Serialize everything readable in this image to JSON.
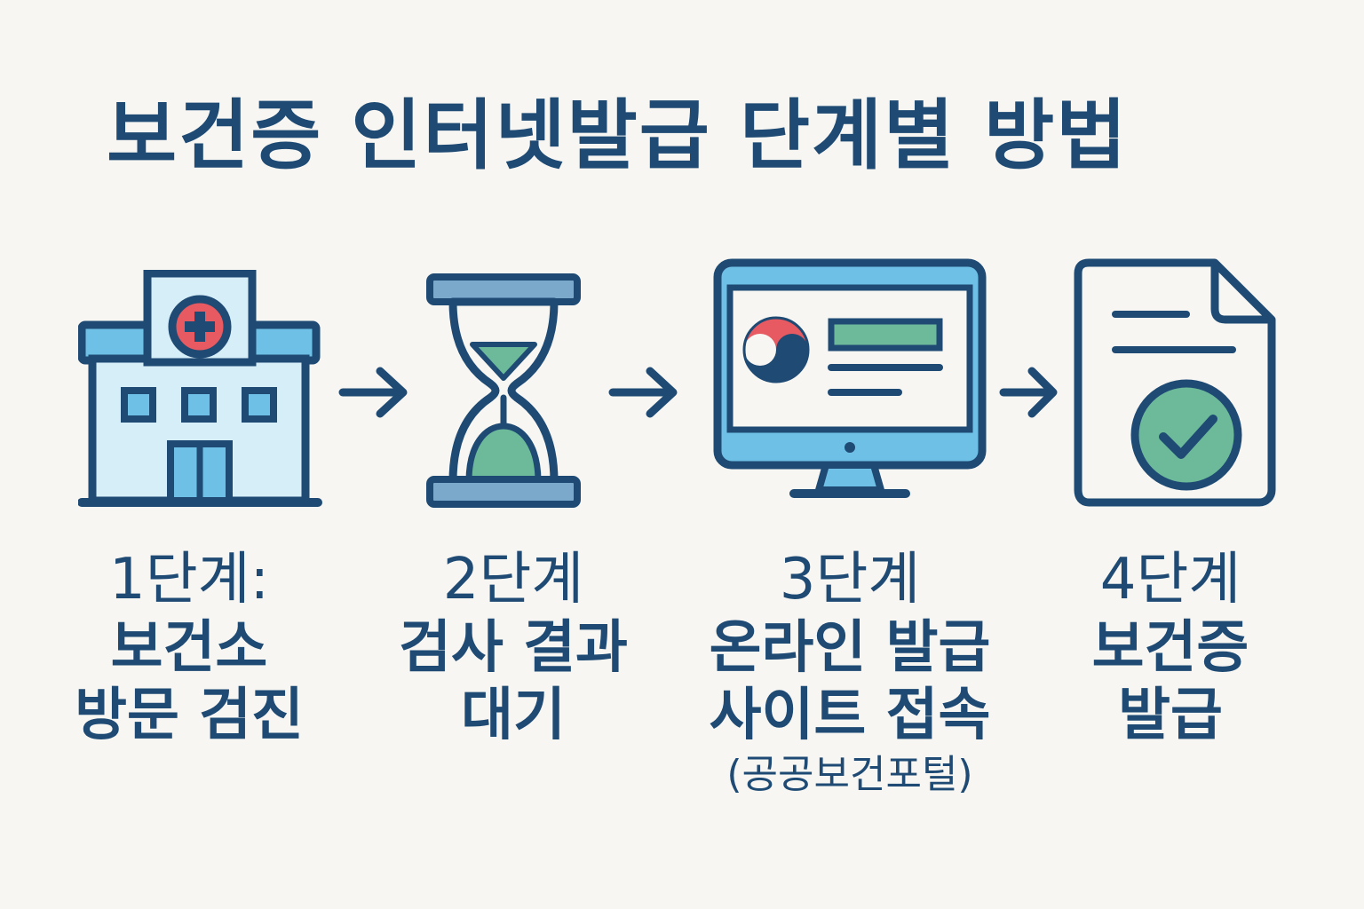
{
  "title": "보건증 인터넷발급 단계별 방법",
  "steps": [
    {
      "number": "1단계:",
      "line1": "보건소",
      "line2": "방문 검진",
      "icon": "hospital-icon"
    },
    {
      "number": "2단계",
      "line1": "검사 결과",
      "line2": "대기",
      "icon": "hourglass-icon"
    },
    {
      "number": "3단계",
      "line1": "온라인 발급",
      "line2": "사이트 접속",
      "sub": "(공공보건포털)",
      "icon": "monitor-icon"
    },
    {
      "number": "4단계",
      "line1": "보건증",
      "line2": "발급",
      "icon": "document-check-icon"
    }
  ],
  "colors": {
    "navy": "#1e4a73",
    "light_blue": "#6fc0e6",
    "pale_blue": "#d6eef8",
    "green": "#6dba9b",
    "red": "#e85a61",
    "background": "#f7f6f3"
  }
}
